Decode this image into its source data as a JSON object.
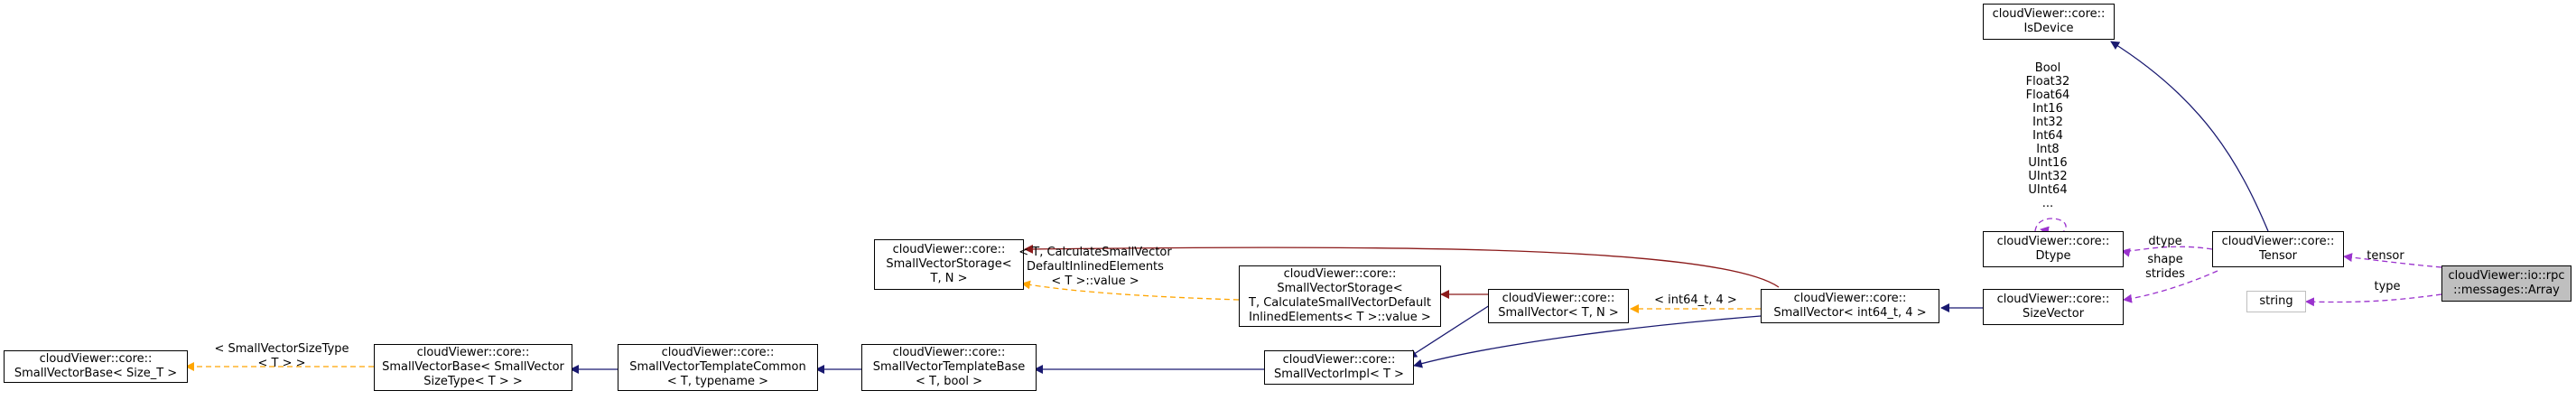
{
  "colors": {
    "inheritance": "#191970",
    "usage": "#9a32cd",
    "template_instance": "#ffa500",
    "template_base": "#8b1a1a",
    "focus_fill": "#bfbfbf",
    "external_border": "#bfbfbf"
  },
  "nodes": {
    "smallvectorbase_size_t": [
      "cloudViewer::core::",
      "SmallVectorBase< Size_T >"
    ],
    "smallvectorbase_sizetype": [
      "cloudViewer::core::",
      "SmallVectorBase< SmallVector",
      "SizeType< T > >"
    ],
    "smallvectortemplatecommon": [
      "cloudViewer::core::",
      "SmallVectorTemplateCommon",
      "< T, typename >"
    ],
    "smallvectortemplatebase": [
      "cloudViewer::core::",
      "SmallVectorTemplateBase",
      "< T, bool >"
    ],
    "smallvectorstorage": [
      "cloudViewer::core::",
      "SmallVectorStorage<",
      "T, N >"
    ],
    "smallvectorstorage_default": [
      "cloudViewer::core::",
      "SmallVectorStorage<",
      "T, CalculateSmallVectorDefault",
      "InlinedElements< T >::value >"
    ],
    "smallvectorimpl": [
      "cloudViewer::core::",
      "SmallVectorImpl< T >"
    ],
    "smallvector_tn": [
      "cloudViewer::core::",
      "SmallVector< T, N >"
    ],
    "smallvector_int64": [
      "cloudViewer::core::",
      "SmallVector< int64_t, 4 >"
    ],
    "sizevector": [
      "cloudViewer::core::",
      "SizeVector"
    ],
    "dtype": [
      "cloudViewer::core::",
      "Dtype"
    ],
    "isdevice": [
      "cloudViewer::core::",
      "IsDevice"
    ],
    "tensor": [
      "cloudViewer::core::",
      "Tensor"
    ],
    "string": [
      "string"
    ],
    "array": [
      "cloudViewer::io::rpc",
      "::messages::Array"
    ]
  },
  "edge_labels": {
    "sizetype": [
      "< SmallVectorSizeType",
      "< T > >"
    ],
    "calc_default": [
      "< T, CalculateSmallVector",
      "DefaultInlinedElements",
      "< T >::value >"
    ],
    "int64_4": [
      "< int64_t, 4 >"
    ],
    "dtype_consts": [
      "Bool",
      "Float32",
      "Float64",
      "Int16",
      "Int32",
      "Int64",
      "Int8",
      "UInt16",
      "UInt32",
      "UInt64",
      "..."
    ],
    "dtype": [
      "dtype"
    ],
    "shape_strides": [
      "shape",
      "strides"
    ],
    "tensor": [
      "tensor"
    ],
    "type": [
      "type"
    ]
  }
}
